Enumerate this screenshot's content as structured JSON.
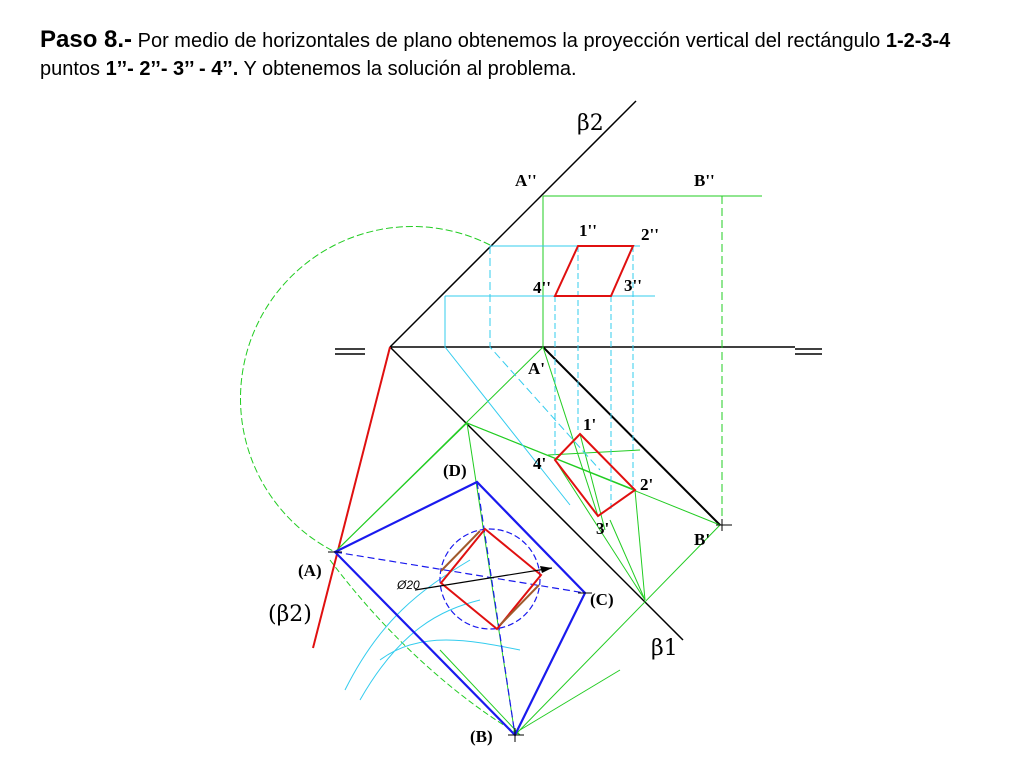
{
  "caption": {
    "step": "Paso 8.-",
    "text_a": " Por medio de horizontales de plano obtenemos la proyección vertical del rectángulo ",
    "bold_a": "1-2-3-4",
    "text_b": "puntos ",
    "bold_b": "1’’- 2’’- 3’’ - 4’’.",
    "text_c": " Y obtenemos la solución al problema."
  },
  "labels": {
    "beta2": "β2",
    "beta1": "β1",
    "beta2_rot": "(β2)",
    "A_v": "A''",
    "B_v": "B''",
    "p1_v": "1''",
    "p2_v": "2''",
    "p3_v": "3''",
    "p4_v": "4''",
    "A_h": "A'",
    "B_h": "B'",
    "p1_h": "1'",
    "p2_h": "2'",
    "p3_h": "3'",
    "p4_h": "4'",
    "A_r": "(A)",
    "B_r": "(B)",
    "C_r": "(C)",
    "D_r": "(D)",
    "diameter": "Ø20"
  },
  "colors": {
    "ground_line": "#000000",
    "trace": "#000000",
    "red": "#e01010",
    "green": "#22cc22",
    "cyan": "#33ccee",
    "blue": "#1a1aee",
    "brown": "#a05a2c"
  }
}
